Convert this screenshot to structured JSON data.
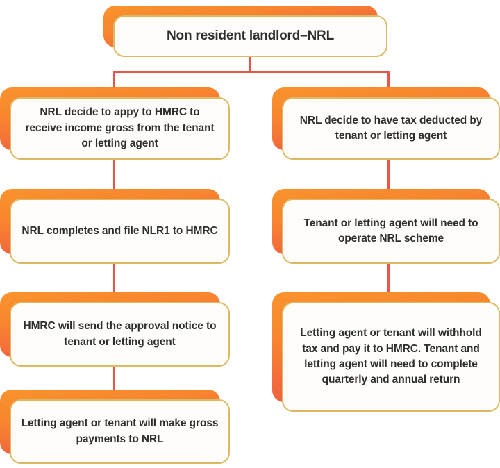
{
  "diagram": {
    "title": "Non resident landlord–NRL",
    "type": "flowchart",
    "orientation": "top-down, two branches",
    "colors": {
      "card_gradient_start": "#f9932c",
      "card_gradient_end": "#ee5747",
      "card_face": "#fefdfa",
      "card_border": "#ddb963",
      "connector": "#e8564a",
      "text": "#2e2e2e",
      "background": "#ffffff"
    },
    "root": {
      "id": "root",
      "label": "Non resident landlord–NRL"
    },
    "branches": [
      {
        "id": "branch-left",
        "name": "gross-payment-route",
        "steps": [
          {
            "id": "left-step-1",
            "label": "NRL decide to appy to HMRC to receive income gross from the tenant or letting agent"
          },
          {
            "id": "left-step-2",
            "label": "NRL completes and file NLR1 to HMRC"
          },
          {
            "id": "left-step-3",
            "label": "HMRC will send the approval notice to tenant or letting agent"
          },
          {
            "id": "left-step-4",
            "label": "Letting agent or tenant will make gross payments to NRL"
          }
        ]
      },
      {
        "id": "branch-right",
        "name": "tax-deducted-route",
        "steps": [
          {
            "id": "right-step-1",
            "label": "NRL decide to have tax deducted by tenant or letting agent"
          },
          {
            "id": "right-step-2",
            "label": "Tenant or letting agent will need to operate NRL scheme"
          },
          {
            "id": "right-step-3",
            "label": "Letting agent or tenant will withhold tax and pay it to HMRC. Tenant and letting agent will need to complete quarterly and annual return"
          }
        ]
      }
    ]
  }
}
